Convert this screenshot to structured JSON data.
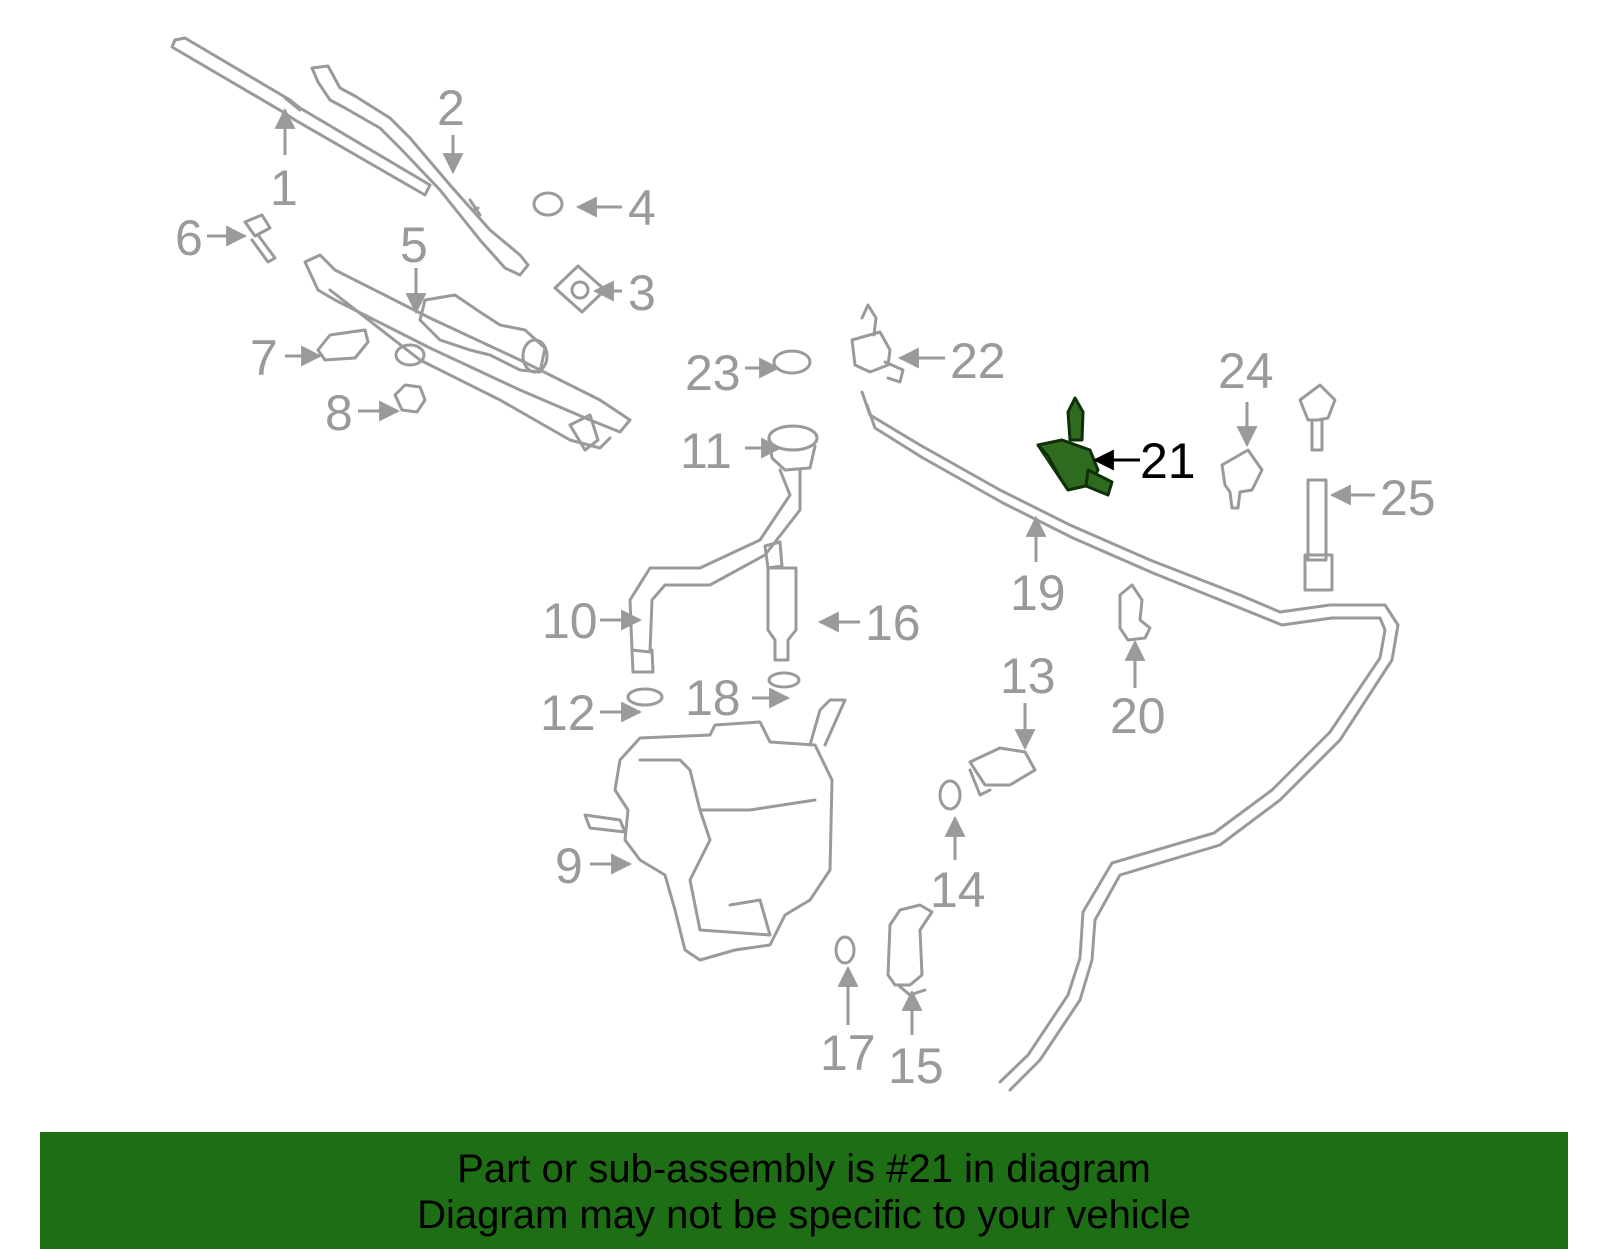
{
  "diagram": {
    "callouts": [
      "1",
      "2",
      "3",
      "4",
      "5",
      "6",
      "7",
      "8",
      "9",
      "10",
      "11",
      "12",
      "13",
      "14",
      "15",
      "16",
      "17",
      "18",
      "19",
      "20",
      "21",
      "22",
      "23",
      "24",
      "25"
    ],
    "highlighted_part": "21",
    "colors": {
      "parts": "#9a9a9a",
      "highlight": "#2e6b1e",
      "banner": "#1e6e15"
    }
  },
  "banner": {
    "line1": "Part or sub-assembly is #21 in diagram",
    "line2": "Diagram may not be specific to your vehicle"
  }
}
